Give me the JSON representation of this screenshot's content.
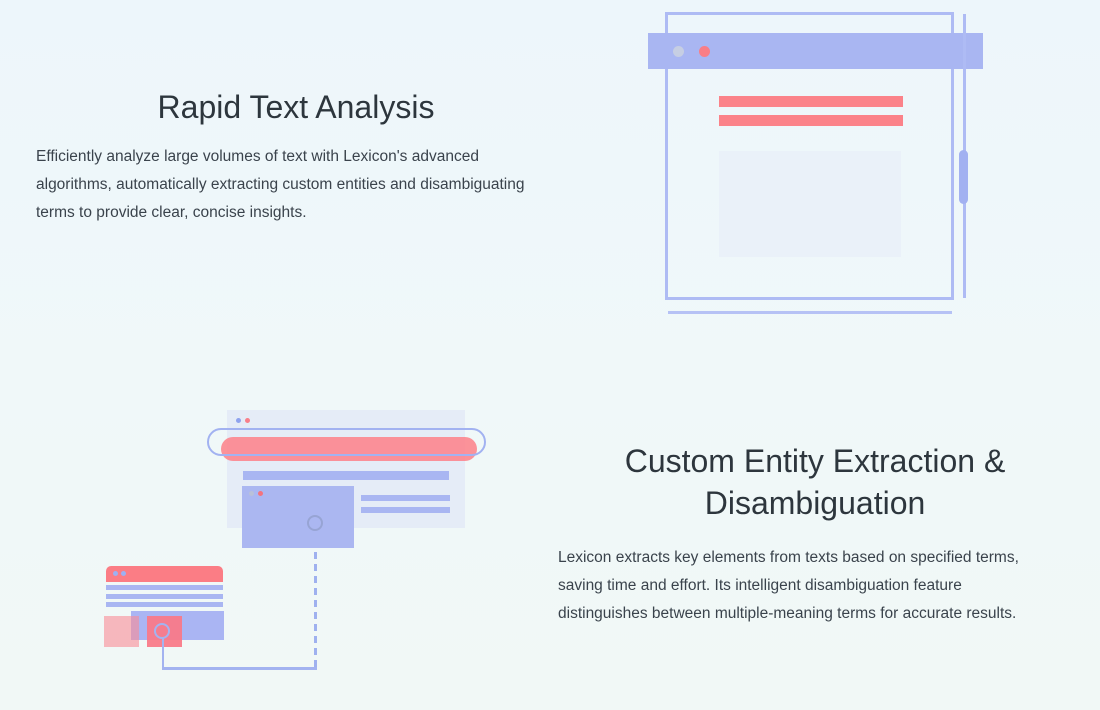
{
  "page": {
    "background_top": "#edf6fb",
    "background_bottom": "#f1f8f6"
  },
  "colors": {
    "periwinkle": "#a9b6f2",
    "periwinkle_outline": "#aebbf4",
    "periwinkle_line": "#a3b3f0",
    "salmon": "#fb7e86",
    "salmon_bar": "#fb8289",
    "salmon_pill": "#fc868e",
    "gray_dot": "#c6cee3",
    "window_fill": "#e5ecf7",
    "panel_fill": "#eaf1f9",
    "heading_text": "#2d363d",
    "body_text": "#3a434c"
  },
  "features": [
    {
      "heading": "Rapid Text Analysis",
      "body": "Efficiently analyze large volumes of text with Lexicon's advanced\nalgorithms, automatically extracting custom entities and disambiguating\nterms to provide clear, concise insights.",
      "illustration": "browser-window-with-scrollbar"
    },
    {
      "heading": "Custom Entity Extraction &\nDisambiguation",
      "body": "Lexicon extracts key elements from texts based on specified terms,\nsaving time and effort. Its intelligent disambiguation feature\ndistinguishes between multiple-meaning terms for accurate results.",
      "illustration": "search-and-entity-extraction-windows"
    }
  ]
}
